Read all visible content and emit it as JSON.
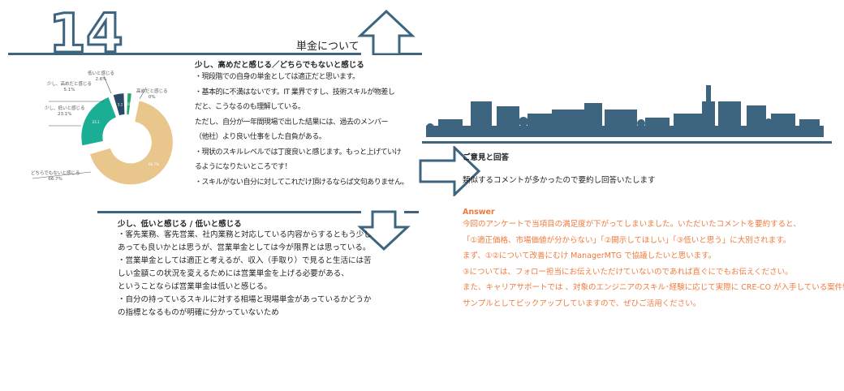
{
  "section": {
    "number": "14",
    "title": "単金について"
  },
  "comment_high": {
    "heading": "少し、高めだと感じる／どちらでもないと感じる",
    "lines": [
      "・現段階での自身の単金としては適正だと思います。",
      "・基本的に不満はないです。IT 業界ですし、技術スキルが物差し",
      "だと、こうなるのも理解している。",
      "ただし、自分が一年間現場で出した結果には、過去のメンバー",
      "（他社）より良い仕事をした自負がある。",
      "・現状のスキルレベルでは丁度良いと感じます。もっと上げていけ",
      "るようになりたいところです！",
      "・スキルがない自分に対してこれだけ頂けるならば文句ありません。"
    ]
  },
  "comment_low": {
    "heading": "少し、低いと感じる / 低いと感じる",
    "lines": [
      "・客先業務、客先営業、社内業務と対応している内容からするともう少し",
      "あっても良いかとは思うが、営業単金としては今が限界とは思っている。",
      "・営業単金としては適正と考えるが、収入（手取り）で見ると生活には苦",
      "しい金額この状況を変えるためには営業単金を上げる必要がある、",
      "ということならば営業単金は低いと感じる。",
      "・自分の持っているスキルに対する相場と現場単金があっているかどうか",
      "の指標となるものが明確に分かっていないため"
    ]
  },
  "feedback": {
    "heading": "ご意見と回答",
    "subheading": "類似するコメントが多かったので要約し回答いたします"
  },
  "answer": {
    "label": "Answer",
    "lines": [
      "今回のアンケートで当項目の満足度が下がってしまいました。いただいたコメントを要約すると、",
      "「①適正価格、市場価値が分からない」「②開示してほしい」「③低いと思う」に大別されます。",
      "まず、①②について改善にむけ ManagerMTG で協議したいと思います。",
      "③については、フォロー担当にお伝えいただけていないのであれば直ぐにでもお伝えください。",
      "また、キャリアサポートでは 、対象のエンジニアのスキル･経験に応じて実際に CRE-CO が入手している案件情報を",
      "サンプルとしてピックアップしていますので、ぜひご活用ください。"
    ]
  },
  "colors": {
    "accent": "#3d6580",
    "answer": "#f07a3c"
  },
  "chart_data": {
    "type": "pie",
    "variant": "donut",
    "categories": [
      "低いと感じる",
      "高めだと感じる",
      "どちらでもないと感じる",
      "少し、低いと感じる",
      "少し、高めだと感じる"
    ],
    "values": [
      2.6,
      0,
      66.7,
      23.1,
      5.1
    ],
    "value_labels": [
      "2.6%",
      "0%",
      "66.7%",
      "23.1%",
      "5.1%"
    ],
    "inner_labels": [
      "2.6%",
      "",
      "66.7%",
      "23.1",
      "5.1"
    ],
    "colors": [
      "#1fa870",
      "#cccccc",
      "#e8c68c",
      "#1aae94",
      "#2c4966"
    ]
  }
}
